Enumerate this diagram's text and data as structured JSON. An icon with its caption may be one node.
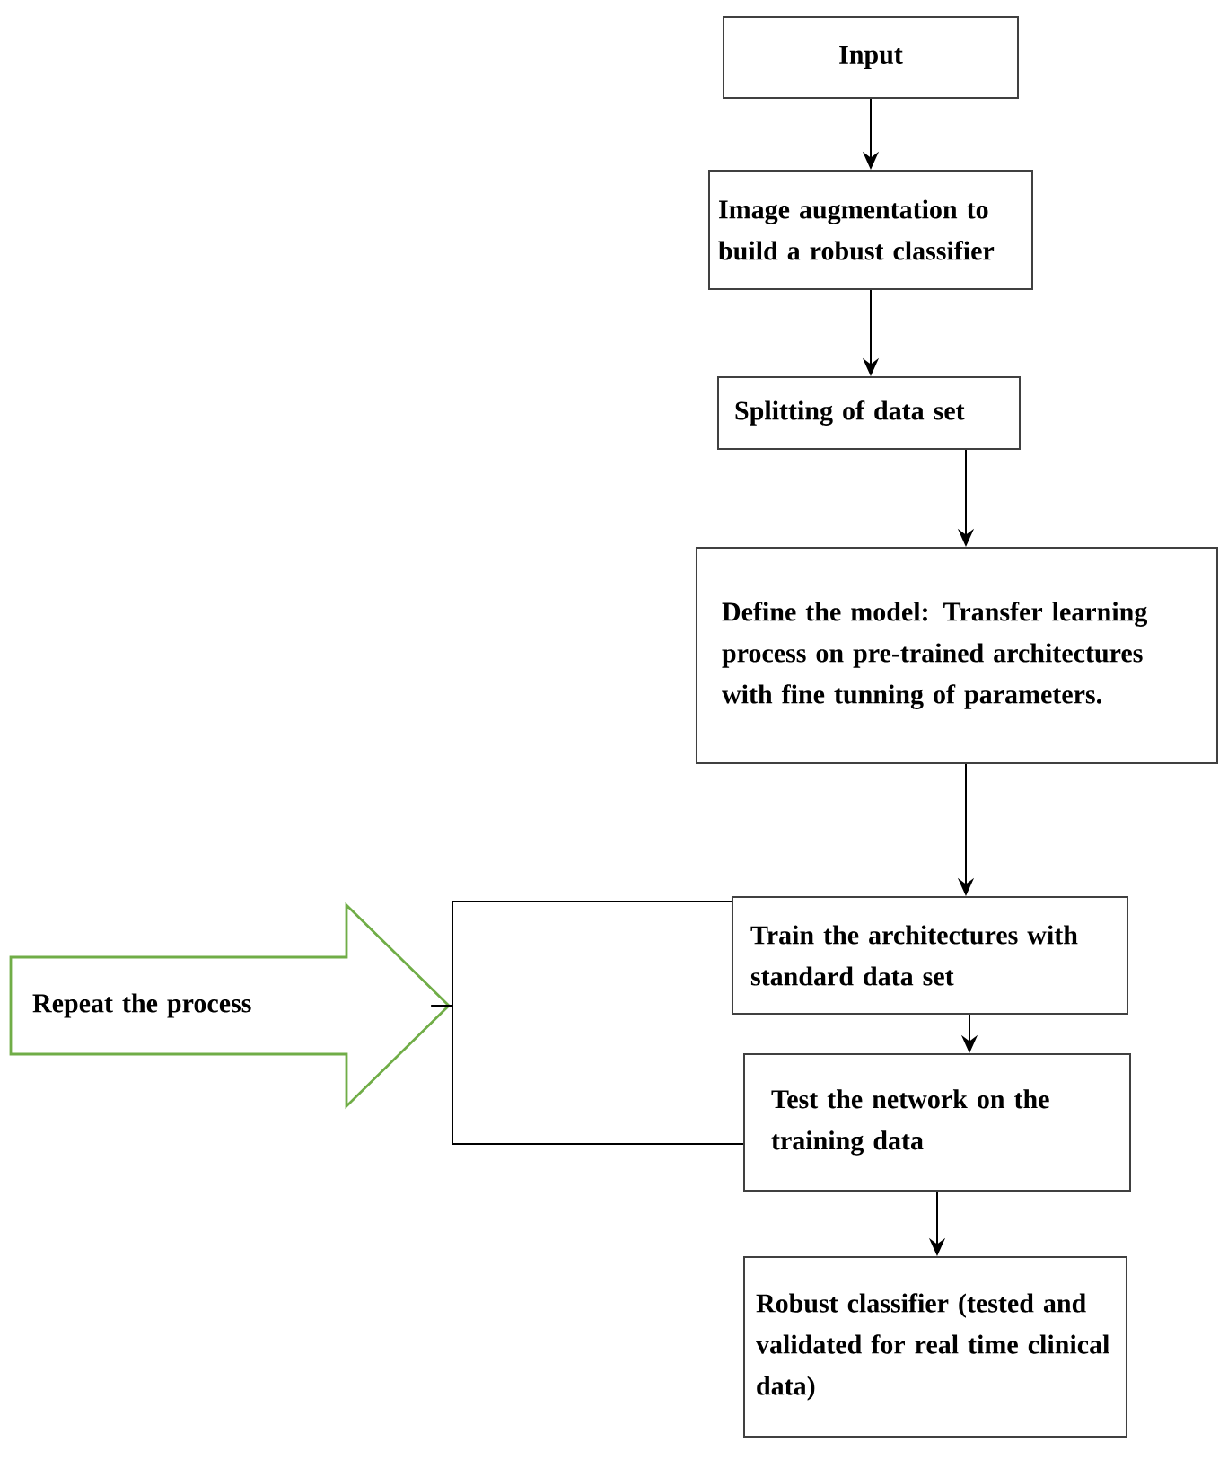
{
  "diagram": {
    "nodes": [
      {
        "text": [
          "Input"
        ]
      },
      {
        "text": [
          "Image augmentation to build a robust classifier"
        ]
      },
      {
        "text": [
          "Splitting of data set"
        ]
      },
      {
        "text": [
          "Define the model: Transfer learning process on pre-trained architectures with fine tunning of parameters."
        ]
      },
      {
        "text": [
          "Train the architectures with standard data set"
        ]
      },
      {
        "text": [
          "Test the network on the training data"
        ]
      },
      {
        "text": [
          "Robust classifier (tested and validated for real time clinical data)"
        ]
      },
      {
        "text": [
          "Repeat the process"
        ]
      }
    ],
    "edges": [
      {
        "from": 0,
        "to": 1,
        "arrow": "to"
      },
      {
        "from": 1,
        "to": 2,
        "arrow": "to"
      },
      {
        "from": 2,
        "to": 3,
        "arrow": "to"
      },
      {
        "from": 3,
        "to": 4,
        "arrow": "to"
      },
      {
        "from": 4,
        "to": 5,
        "arrow": "to"
      },
      {
        "from": 5,
        "to": 6,
        "arrow": "to"
      },
      {
        "from": 4,
        "to": 7,
        "arrow": "none"
      },
      {
        "from": 5,
        "to": 7,
        "arrow": "none"
      }
    ]
  }
}
